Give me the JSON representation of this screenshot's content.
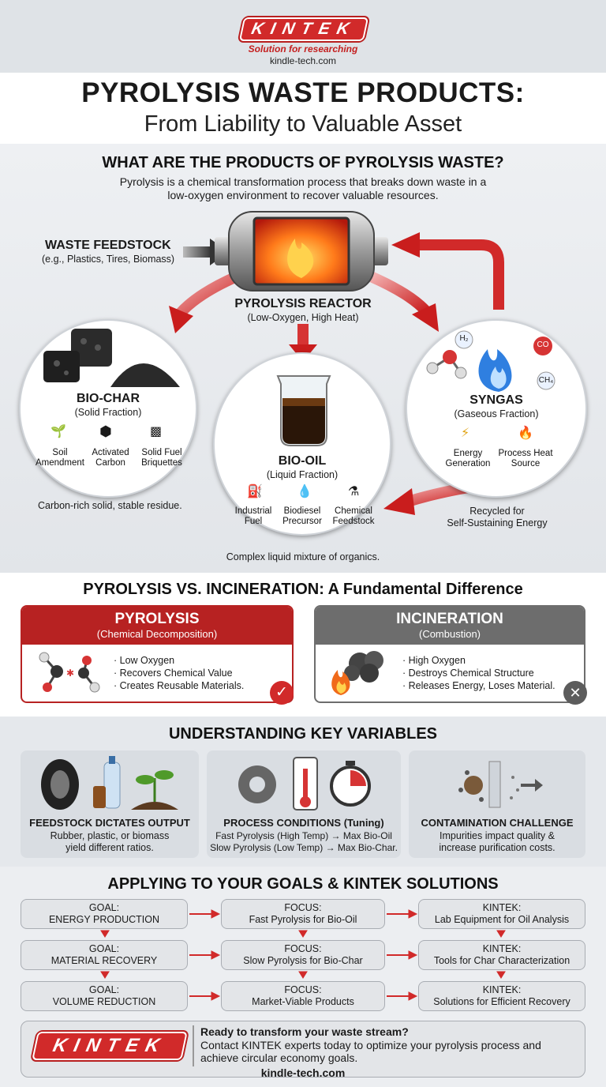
{
  "header": {
    "logo": "KINTEK",
    "tagline": "Solution for researching",
    "site": "kindle-tech.com"
  },
  "title": {
    "line1": "PYROLYSIS WASTE PRODUCTS:",
    "line2": "From Liability to Valuable Asset"
  },
  "what": {
    "heading": "WHAT ARE THE PRODUCTS OF PYROLYSIS WASTE?",
    "intro1": "Pyrolysis is a chemical transformation process that breaks down waste in a",
    "intro2": "low-oxygen environment to recover valuable resources.",
    "feedstock_title": "WASTE FEEDSTOCK",
    "feedstock_sub": "(e.g., Plastics, Tires, Biomass)",
    "reactor_title": "PYROLYSIS REACTOR",
    "reactor_sub": "(Low-Oxygen, High Heat)",
    "biochar": {
      "title": "BIO-CHAR",
      "sub": "(Solid Fraction)",
      "uses": [
        "Soil Amendment",
        "Activated Carbon",
        "Solid Fuel Briquettes"
      ],
      "note": "Carbon-rich solid, stable residue."
    },
    "biooil": {
      "title": "BIO-OIL",
      "sub": "(Liquid Fraction)",
      "uses": [
        "Industrial Fuel",
        "Biodiesel Precursor",
        "Chemical Feedstock"
      ],
      "note": "Complex liquid mixture of organics."
    },
    "syngas": {
      "title": "SYNGAS",
      "sub": "(Gaseous Fraction)",
      "uses": [
        "Energy Generation",
        "Process Heat Source"
      ],
      "molecules": [
        "H₂",
        "CO",
        "CH₄"
      ],
      "recycle1": "Recycled for",
      "recycle2": "Self-Sustaining Energy"
    }
  },
  "compare": {
    "heading": "PYROLYSIS VS. INCINERATION: A Fundamental Difference",
    "pyro": {
      "title": "PYROLYSIS",
      "sub": "(Chemical Decomposition)",
      "points": [
        "Low Oxygen",
        "Recovers Chemical Value",
        "Creates Reusable Materials."
      ]
    },
    "incin": {
      "title": "INCINERATION",
      "sub": "(Combustion)",
      "points": [
        "High Oxygen",
        "Destroys Chemical Structure",
        "Releases Energy, Loses Material."
      ]
    }
  },
  "variables": {
    "heading": "UNDERSTANDING KEY VARIABLES",
    "cards": [
      {
        "title": "FEEDSTOCK DICTATES OUTPUT",
        "l1": "Rubber, plastic, or biomass",
        "l2": "yield different ratios."
      },
      {
        "title": "PROCESS CONDITIONS (Tuning)",
        "l1": "Fast Pyrolysis (High Temp) → Max Bio-Oil",
        "l2": "Slow Pyrolysis (Low Temp) → Max Bio-Char."
      },
      {
        "title": "CONTAMINATION CHALLENGE",
        "l1": "Impurities impact quality &",
        "l2": "increase purification costs."
      }
    ]
  },
  "goals": {
    "heading": "APPLYING TO YOUR GOALS & KINTEK SOLUTIONS",
    "rows": [
      {
        "g1": "GOAL:",
        "g2": "ENERGY PRODUCTION",
        "f1": "FOCUS:",
        "f2": "Fast Pyrolysis for Bio-Oil",
        "k1": "KINTEK:",
        "k2": "Lab Equipment for Oil Analysis"
      },
      {
        "g1": "GOAL:",
        "g2": "MATERIAL RECOVERY",
        "f1": "FOCUS:",
        "f2": "Slow Pyrolysis for Bio-Char",
        "k1": "KINTEK:",
        "k2": "Tools for Char Characterization"
      },
      {
        "g1": "GOAL:",
        "g2": "VOLUME REDUCTION",
        "f1": "FOCUS:",
        "f2": "Market-Viable Products",
        "k1": "KINTEK:",
        "k2": "Solutions for Efficient Recovery"
      }
    ]
  },
  "footer": {
    "logo": "KINTEK",
    "cta_title": "Ready to transform your waste stream?",
    "cta_l1": "Contact KINTEK experts today to optimize your pyrolysis process and",
    "cta_l2": "achieve circular economy goals.",
    "site": "kindle-tech.com"
  },
  "colors": {
    "brand_red": "#d12a2a",
    "incin_gray": "#6d6d6d",
    "dark": "#111111"
  }
}
